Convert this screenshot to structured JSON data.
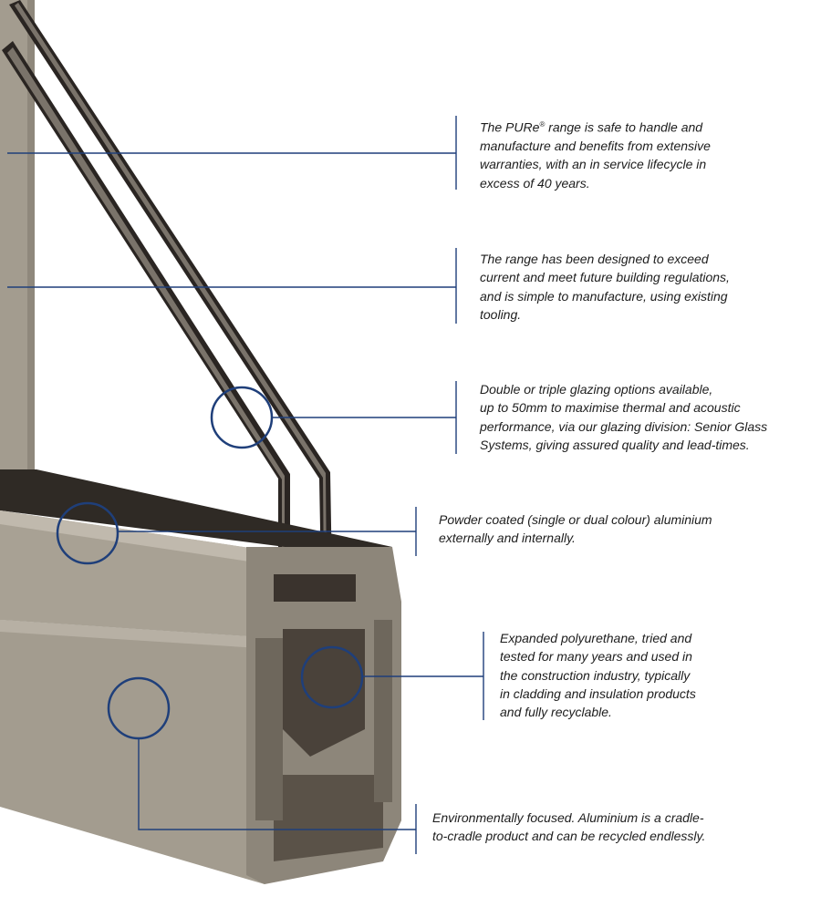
{
  "colors": {
    "accent": "#1f3f7a",
    "frame": "#a39c8f",
    "glass": "#2a2522",
    "foam": "#4a423a"
  },
  "callouts": [
    {
      "id": "warranty",
      "pre": "The PURe",
      "sup": "®",
      "text": " range is safe to handle and\nmanufacture and benefits from extensive\nwarranties, with an in service lifecycle in\nexcess of 40 years."
    },
    {
      "id": "regulations",
      "text": "The range has been designed to exceed\ncurrent and meet future building regulations,\nand is simple to manufacture, using existing\ntooling."
    },
    {
      "id": "glazing",
      "text": "Double or triple glazing options available,\nup to 50mm to maximise thermal and acoustic\nperformance, via our glazing division: Senior Glass\nSystems, giving assured quality and lead-times."
    },
    {
      "id": "powder-coat",
      "text": "Powder coated (single or dual colour) aluminium\nexternally and internally."
    },
    {
      "id": "polyurethane",
      "text": "Expanded polyurethane, tried and\ntested for many years and used in\nthe construction industry, typically\nin cladding and insulation products\nand fully recyclable."
    },
    {
      "id": "environment",
      "text": "Environmentally focused.  Aluminium is a cradle-\nto-cradle product and can be recycled endlessly."
    }
  ]
}
